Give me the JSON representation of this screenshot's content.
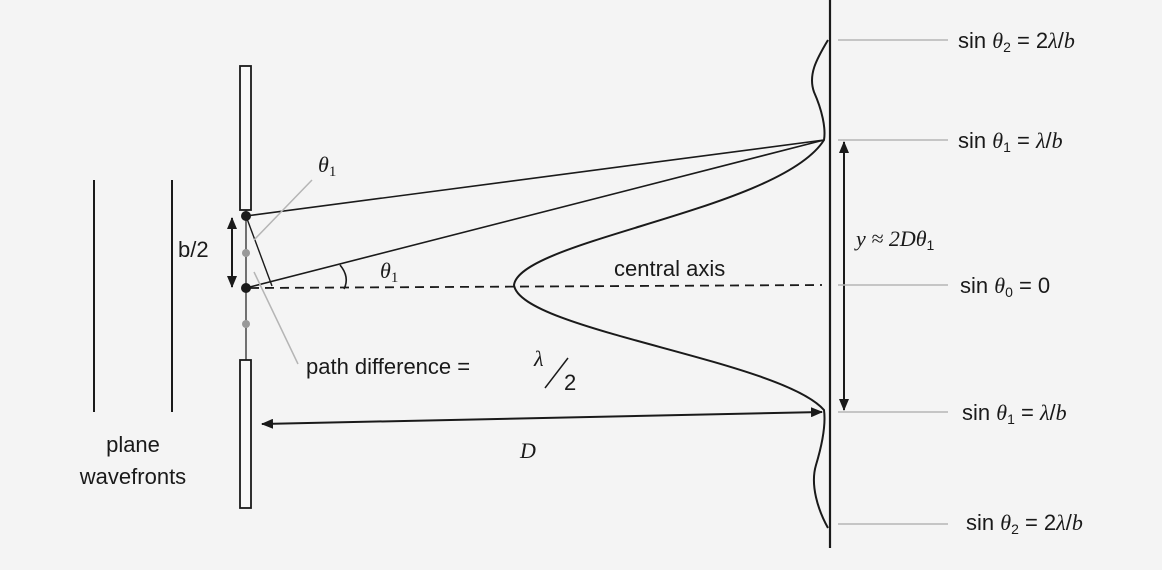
{
  "plane_wavefronts": {
    "line1": "plane",
    "line2": "wavefronts"
  },
  "half_width": "b/2",
  "theta_upper": {
    "sym": "θ",
    "sub": "1"
  },
  "theta_angle": {
    "sym": "θ",
    "sub": "1"
  },
  "central_axis": "central axis",
  "path_difference": {
    "text": "path difference = ",
    "num": "λ",
    "den": "2"
  },
  "distance": "D",
  "y_label": {
    "pre": "y ≈ 2",
    "D": "D",
    "theta": "θ",
    "sub": "1"
  },
  "labels": {
    "top": {
      "sin": "sin ",
      "theta": "θ",
      "sub": "2",
      "eq": " = 2",
      "lambda": "λ",
      "slash": "/",
      "b": "b"
    },
    "first_upper": {
      "sin": "sin ",
      "theta": "θ",
      "sub": "1",
      "eq": " = ",
      "lambda": "λ",
      "slash": "/",
      "b": "b"
    },
    "center": {
      "sin": "sin ",
      "theta": "θ",
      "sub": "0",
      "eq": " = 0"
    },
    "first_lower": {
      "sin": "sin ",
      "theta": "θ",
      "sub": "1",
      "eq": " = ",
      "lambda": "λ",
      "slash": "/",
      "b": "b"
    },
    "bottom": {
      "sin": "sin ",
      "theta": "θ",
      "sub": "2",
      "eq": " = 2",
      "lambda": "λ",
      "slash": "/",
      "b": "b"
    }
  }
}
